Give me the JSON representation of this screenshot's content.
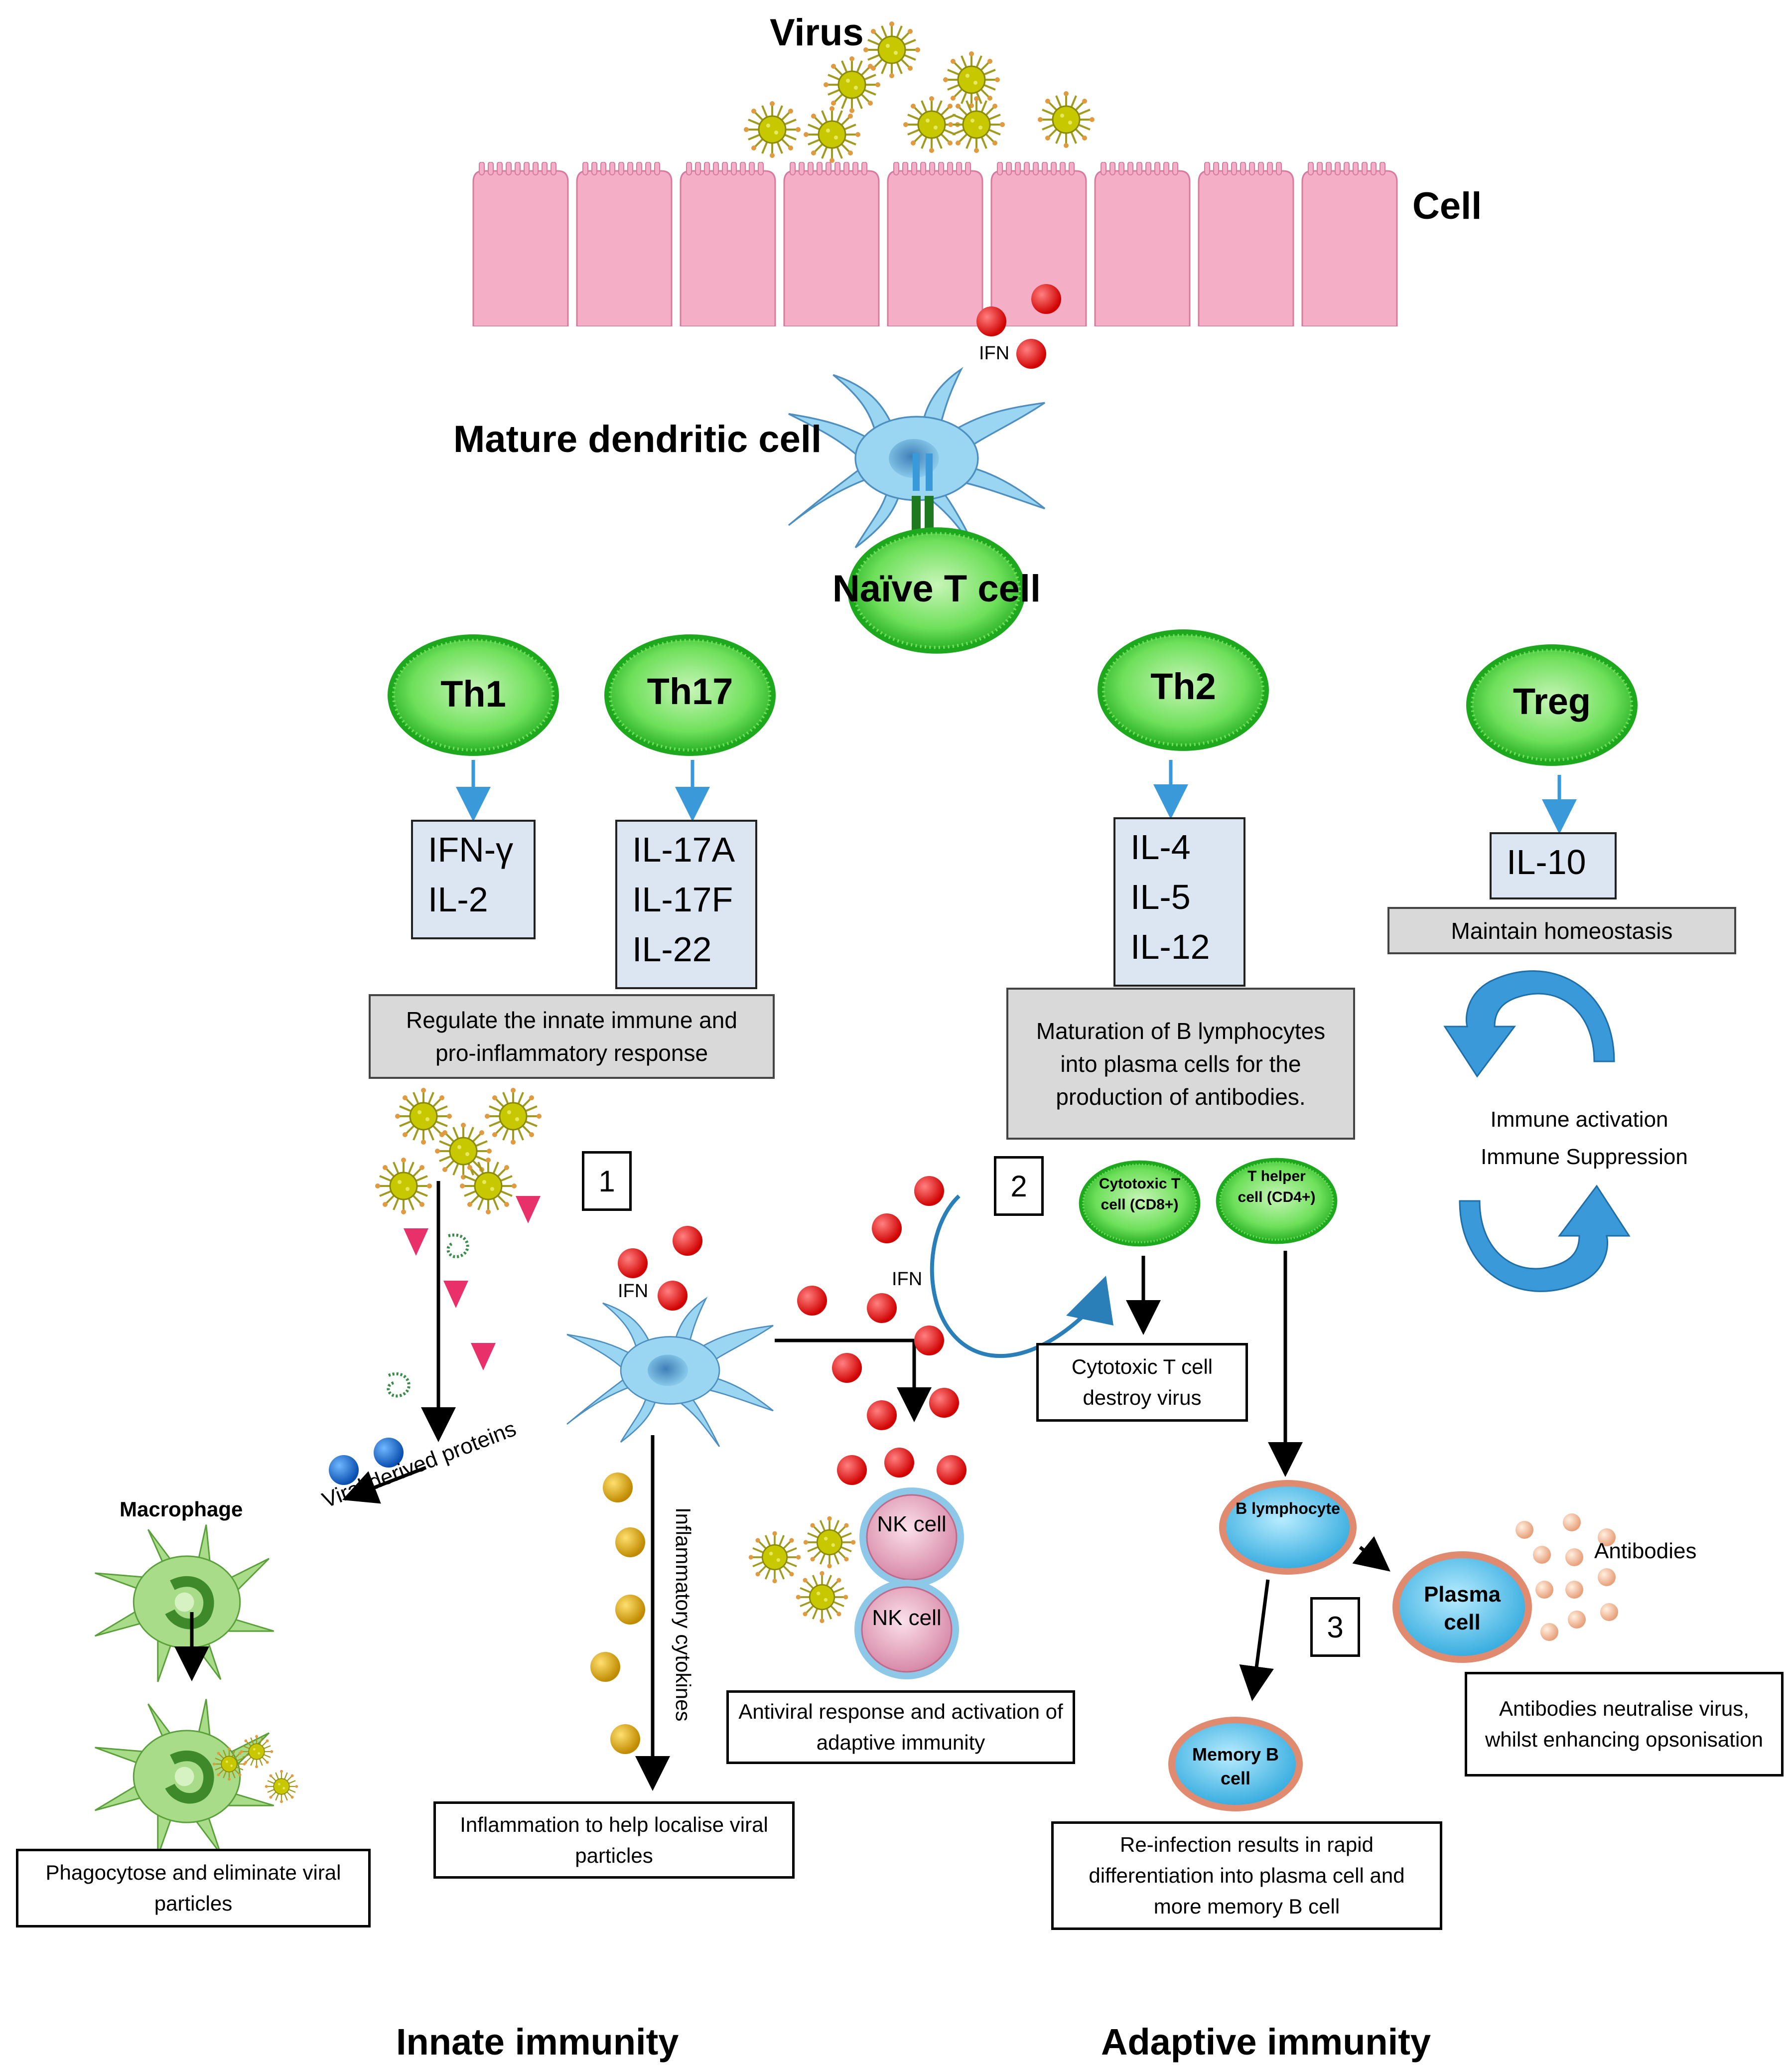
{
  "virus_label": "Virus",
  "cell_label": "Cell",
  "ifn_label": "IFN",
  "dendritic_label": "Mature dendritic cell",
  "naive_label": "Naïve T cell",
  "subsets": [
    {
      "name": "Th1",
      "cytokines": [
        "IFN-γ",
        "IL-2"
      ]
    },
    {
      "name": "Th17",
      "cytokines": [
        "IL-17A",
        "IL-17F",
        "IL-22"
      ]
    },
    {
      "name": "Th2",
      "cytokines": [
        "IL-4",
        "IL-5",
        "IL-12"
      ]
    },
    {
      "name": "Treg",
      "cytokines": [
        "IL-10"
      ]
    }
  ],
  "regulate_text": "Regulate the innate immune and pro-inflammatory response",
  "maturation_text": "Maturation of B lymphocytes into plasma cells for the production of antibodies.",
  "homeostasis_text": "Maintain homeostasis",
  "cycle_labels": [
    "Immune activation",
    "Immune Suppression"
  ],
  "numbers": [
    "1",
    "2",
    "3"
  ],
  "viral_proteins_label": "Viral derived proteins",
  "macrophage_label": "Macrophage",
  "phagocytose_text": "Phagocytose and eliminate viral particles",
  "ifn_label2": "IFN",
  "ifn_label3": "IFN",
  "inflammatory_label": "Inflammatory cytokines",
  "inflammation_text": "Inflammation to help localise viral particles",
  "nk_label": "NK cell",
  "antiviral_text": "Antiviral response and activation of adaptive immunity",
  "cytotoxic_cell_label": "Cytotoxic T cell (CD8+)",
  "helper_cell_label": "T helper cell (CD4+)",
  "cytotoxic_text": "Cytotoxic T cell destroy virus",
  "b_lymph_label": "B lymphocyte",
  "plasma_label": "Plasma cell",
  "antibodies_label": "Antibodies",
  "neutralise_text": "Antibodies neutralise virus, whilst enhancing opsonisation",
  "memory_label": "Memory B cell",
  "reinfection_text": "Re-infection results in rapid differentiation into plasma cell and more memory B cell",
  "footer_innate": "Innate immunity",
  "footer_adaptive": "Adaptive immunity",
  "colors": {
    "epithelium": "#f4aec6",
    "tcell_fill": "#79e36a",
    "tcell_ring": "#1ea81e",
    "dendritic": "#7cc3e6",
    "ifn_red": "#e60000",
    "virus": "#c8c800",
    "cytokine_box": "#dce6f2",
    "note_box": "#d9d9d9",
    "arrow_blue": "#3a9ad9",
    "b_cell": "#63c9ee",
    "b_ring": "#e08a70",
    "nk_fill": "#e8a0b8",
    "macrophage": "#8fd16b"
  }
}
